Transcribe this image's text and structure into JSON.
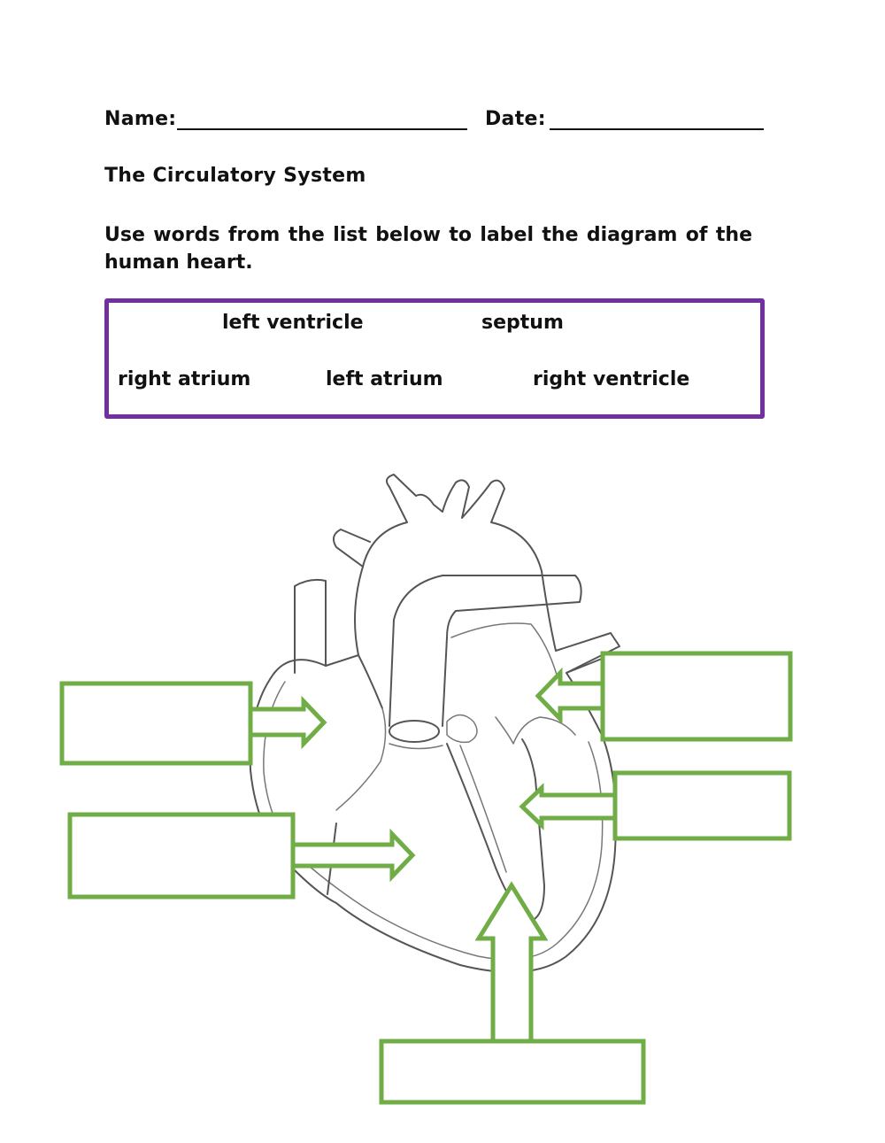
{
  "header": {
    "name_label": "Name:",
    "date_label": "Date:"
  },
  "title": "The Circulatory System",
  "instructions": "Use words from the list below to label the diagram of the human heart.",
  "word_bank": {
    "words": [
      "left ventricle",
      "septum",
      "right atrium",
      "left atrium",
      "right ventricle"
    ],
    "border_color": "#7030a0"
  },
  "diagram": {
    "label_box_color": "#70ad47",
    "label_boxes": [
      {
        "id": "left-upper",
        "value": ""
      },
      {
        "id": "left-lower",
        "value": ""
      },
      {
        "id": "right-upper",
        "value": ""
      },
      {
        "id": "right-middle",
        "value": ""
      },
      {
        "id": "bottom",
        "value": ""
      }
    ]
  }
}
